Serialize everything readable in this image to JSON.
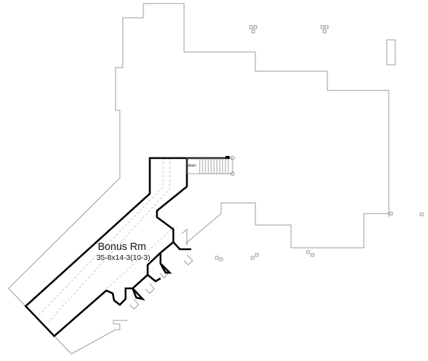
{
  "plan": {
    "room_name": "Bonus Rm",
    "room_dims": "35-8x14-3(10-3)",
    "stair_label": "down"
  },
  "colors": {
    "outline": "#9a9a9a",
    "wall": "#000000"
  }
}
